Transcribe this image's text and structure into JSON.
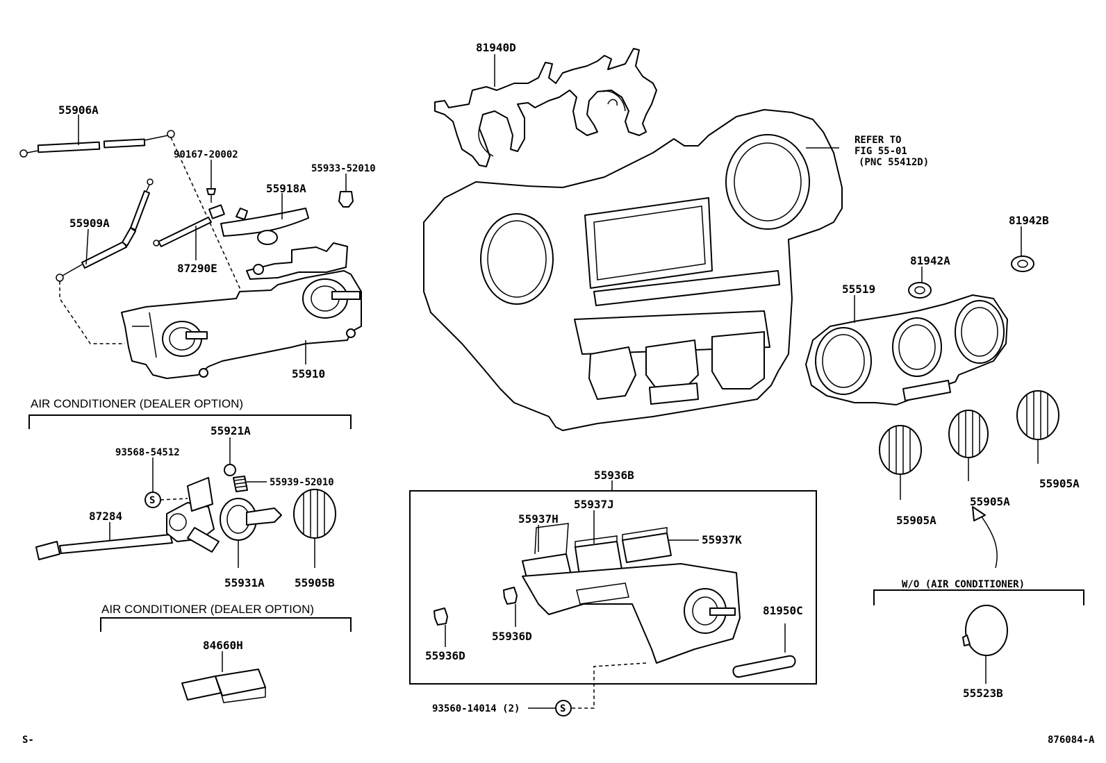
{
  "sections": {
    "ac_dealer_option_1": "AIR CONDITIONER (DEALER OPTION)",
    "ac_dealer_option_2": "AIR CONDITIONER (DEALER OPTION)",
    "wo_air_conditioner": "W/O (AIR CONDITIONER)"
  },
  "refer_note": {
    "line1": "REFER TO",
    "line2": "FIG 55-01",
    "line3": "(PNC 55412D)"
  },
  "parts": {
    "p55906A": "55906A",
    "p90167": "90167-20002",
    "p55933": "55933-52010",
    "p55918A": "55918A",
    "p55909A": "55909A",
    "p87290E": "87290E",
    "p55910": "55910",
    "p81940D": "81940D",
    "p81942B": "81942B",
    "p81942A": "81942A",
    "p55519": "55519",
    "p55921A": "55921A",
    "p93568": "93568-54512",
    "p55939": "55939-52010",
    "p87284": "87284",
    "p55931A": "55931A",
    "p55905B": "55905B",
    "p84660H": "84660H",
    "p55936B": "55936B",
    "p55937J": "55937J",
    "p55937H": "55937H",
    "p55937K": "55937K",
    "p81950C": "81950C",
    "p55936D_a": "55936D",
    "p55936D_b": "55936D",
    "p93560": "93560-14014 (2)",
    "p55905A_a": "55905A",
    "p55905A_b": "55905A",
    "p55905A_c": "55905A",
    "p55523B": "55523B"
  },
  "corner": {
    "left": "S-",
    "right": "876084-A"
  },
  "symbols": {
    "screw_mark": "S"
  }
}
